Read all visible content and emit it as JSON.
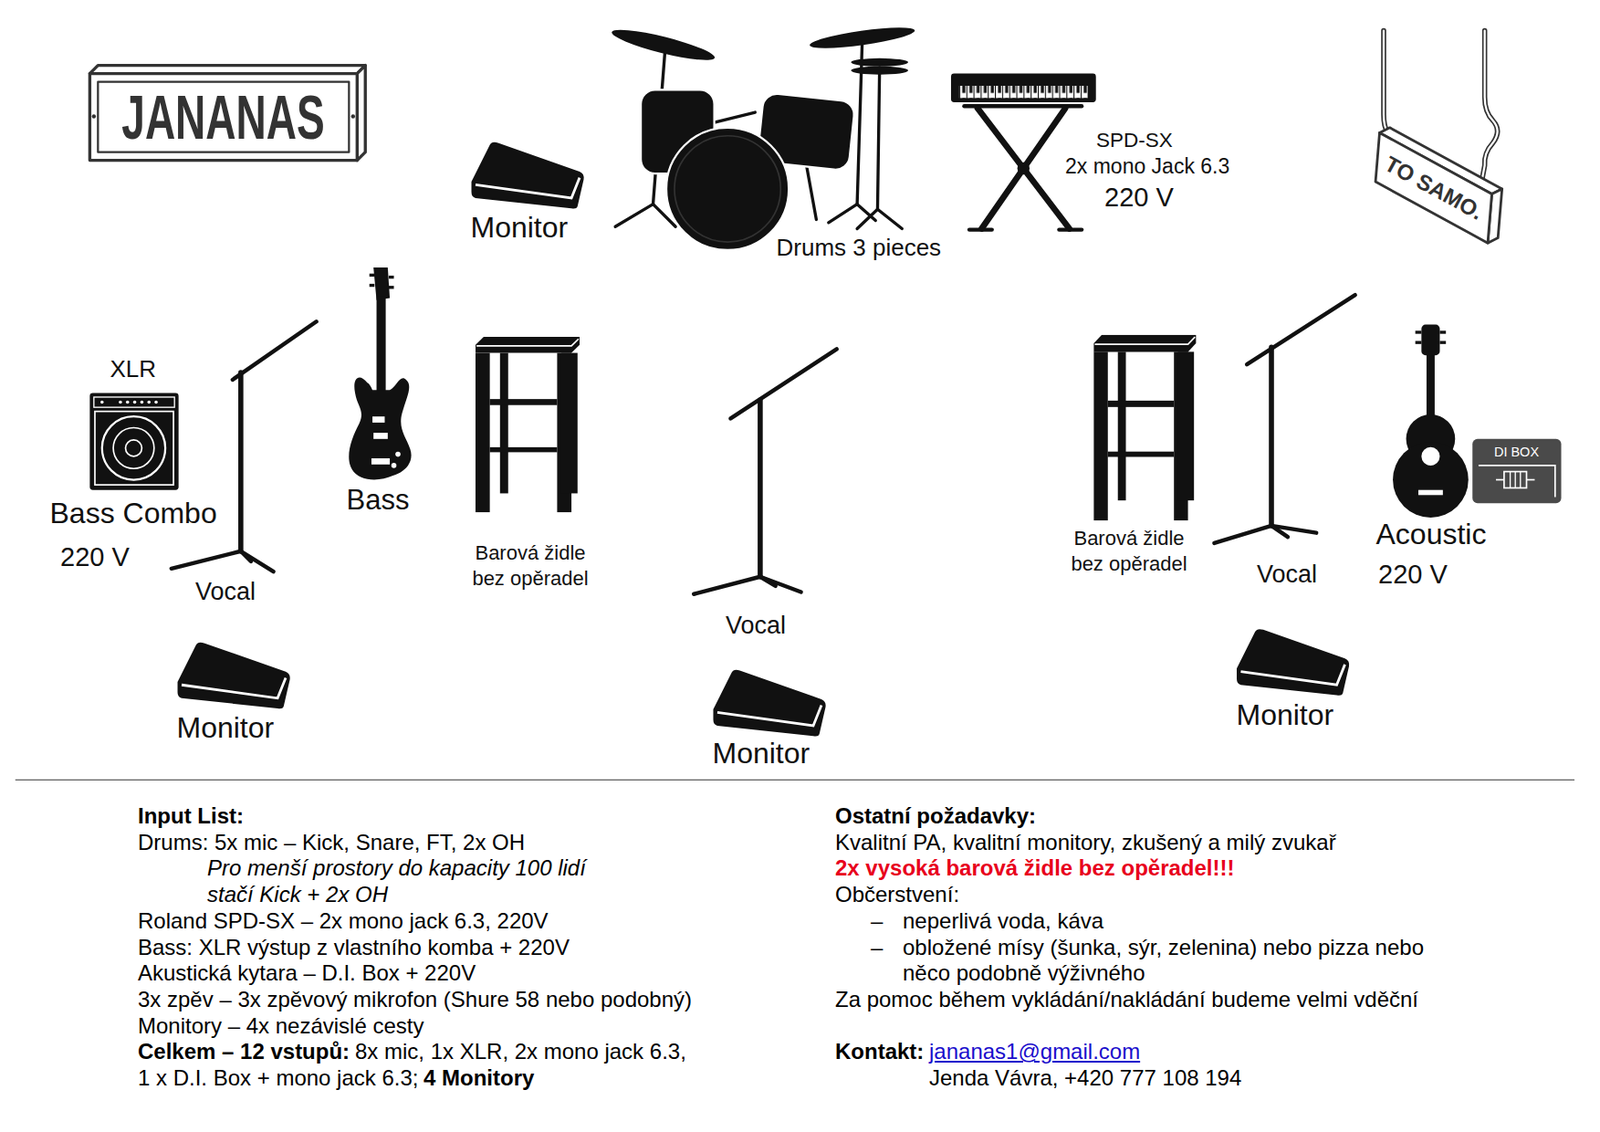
{
  "diagram": {
    "nodes": [
      {
        "text": [
          "JANANAS"
        ]
      },
      {
        "text": [
          "TO SAMO."
        ]
      },
      {
        "text": [
          "DI BOX"
        ]
      }
    ],
    "labels": [
      "Monitor",
      "Drums 3 pieces",
      "SPD-SX",
      "2x mono Jack 6.3",
      "220 V",
      "XLR",
      "Bass Combo",
      "220 V",
      "Bass",
      "Barová židle bez opěradel",
      "Vocal",
      "Vocal",
      "Barová židle bez opěradel",
      "Vocal",
      "Acoustic",
      "220 V",
      "Monitor",
      "Monitor",
      "Monitor",
      "Input List:",
      "Drums: 5x mic – Kick, Snare, FT, 2x OH",
      "Pro menší prostory do kapacity 100 lidí stačí Kick + 2x OH",
      "Roland SPD-SX – 2x mono jack 6.3, 220V",
      "Bass: XLR výstup z vlastního komba + 220V",
      "Akustická kytara – D.I. Box + 220V",
      "3x zpěv – 3x zpěvový mikrofon (Shure 58 nebo podobný)",
      "Monitory – 4x nezávislé cesty",
      "Celkem – 12 vstupů:",
      "8x mic, 1x XLR, 2x mono jack 6.3,",
      "1 x D.I. Box + mono jack 6.3;",
      "4 Monitory",
      "Ostatní požadavky:",
      "Kvalitní PA, kvalitní monitory, zkušený a milý zvukař",
      "2x vysoká barová židle bez opěradel!!!",
      "Občerstvení:",
      "–",
      "neperlivá voda, káva",
      "–",
      "obložené mísy (šunka, sýr, zelenina) nebo pizza nebo něco podobně výživného",
      "Za pomoc během vykládání/nakládání budeme velmi vděční",
      "Kontakt:",
      "jananas1@gmail.com",
      "Jenda Vávra, +420 777 108 194"
    ]
  }
}
